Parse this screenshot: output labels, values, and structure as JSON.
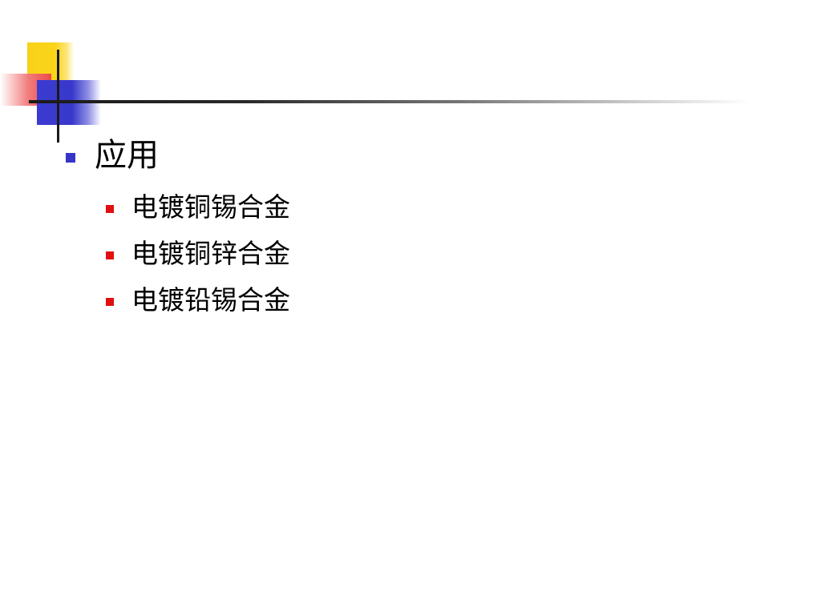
{
  "slide": {
    "heading_bullet": "应用",
    "sub_bullets": [
      "电镀铜锡合金",
      "电镀铜锌合金",
      "电镀铅锡合金"
    ]
  },
  "colors": {
    "level1_bullet": "#3535c8",
    "level2_bullet": "#e01010",
    "accent_yellow": "#f7d21a",
    "accent_red": "#ee4a4a",
    "accent_blue": "#3838cc"
  }
}
